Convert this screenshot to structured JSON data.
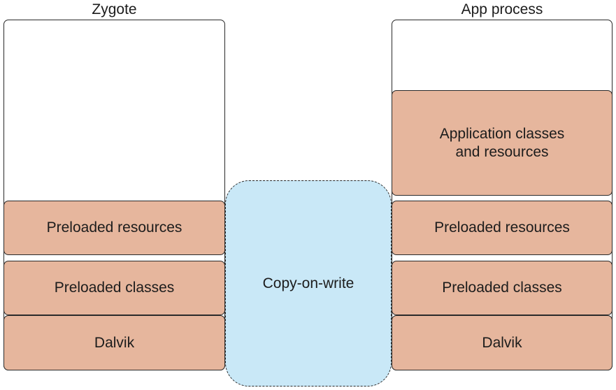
{
  "zygote": {
    "title": "Zygote",
    "blocks": {
      "preloaded_resources": "Preloaded resources",
      "preloaded_classes": "Preloaded classes",
      "dalvik": "Dalvik"
    }
  },
  "app_process": {
    "title": "App process",
    "blocks": {
      "application_classes": "Application classes\nand resources",
      "preloaded_resources": "Preloaded resources",
      "preloaded_classes": "Preloaded classes",
      "dalvik": "Dalvik"
    }
  },
  "shared": {
    "label": "Copy-on-write"
  },
  "colors": {
    "block_fill": "#e6b69d",
    "shared_fill": "#c9e8f7",
    "stroke": "#2a2a2a"
  }
}
